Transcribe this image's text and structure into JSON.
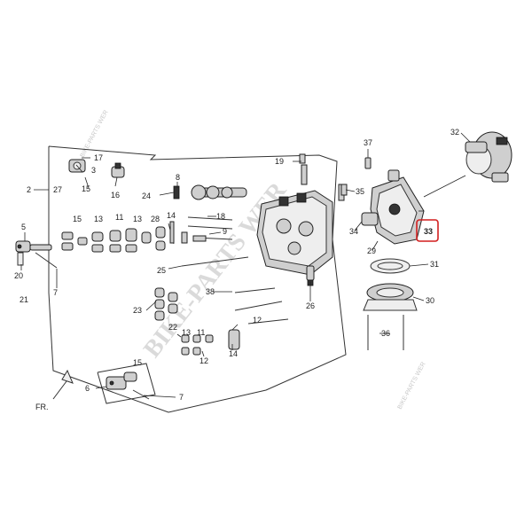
{
  "diagram": {
    "labels": {
      "l2": "2",
      "l3": "3",
      "l5": "5",
      "l6": "6",
      "l7a": "7",
      "l7b": "7",
      "l8": "8",
      "l9": "9",
      "l11": "11",
      "l12a": "12",
      "l12b": "12",
      "l13a": "13",
      "l13b": "13",
      "l14a": "14",
      "l14b": "14",
      "l15a": "15",
      "l15b": "15",
      "l16": "16",
      "l17": "17",
      "l18": "18",
      "l19": "19",
      "l20": "20",
      "l21": "21",
      "l22": "22",
      "l23": "23",
      "l24": "24",
      "l25": "25",
      "l26": "26",
      "l27": "27",
      "l28": "28",
      "l29": "29",
      "l30": "30",
      "l31": "31",
      "l32": "32",
      "l33": "33",
      "l34": "34",
      "l35": "35",
      "l36": "36",
      "l37": "37",
      "l38": "38",
      "lfr": "FR."
    },
    "highlighted_part": "33",
    "highlight_color": "#d21f1f",
    "watermarks": {
      "main": "BIKE-PARTS WER",
      "small_a": "BIKE-PARTS WER",
      "small_b": "BIKE-PARTS WER"
    }
  }
}
